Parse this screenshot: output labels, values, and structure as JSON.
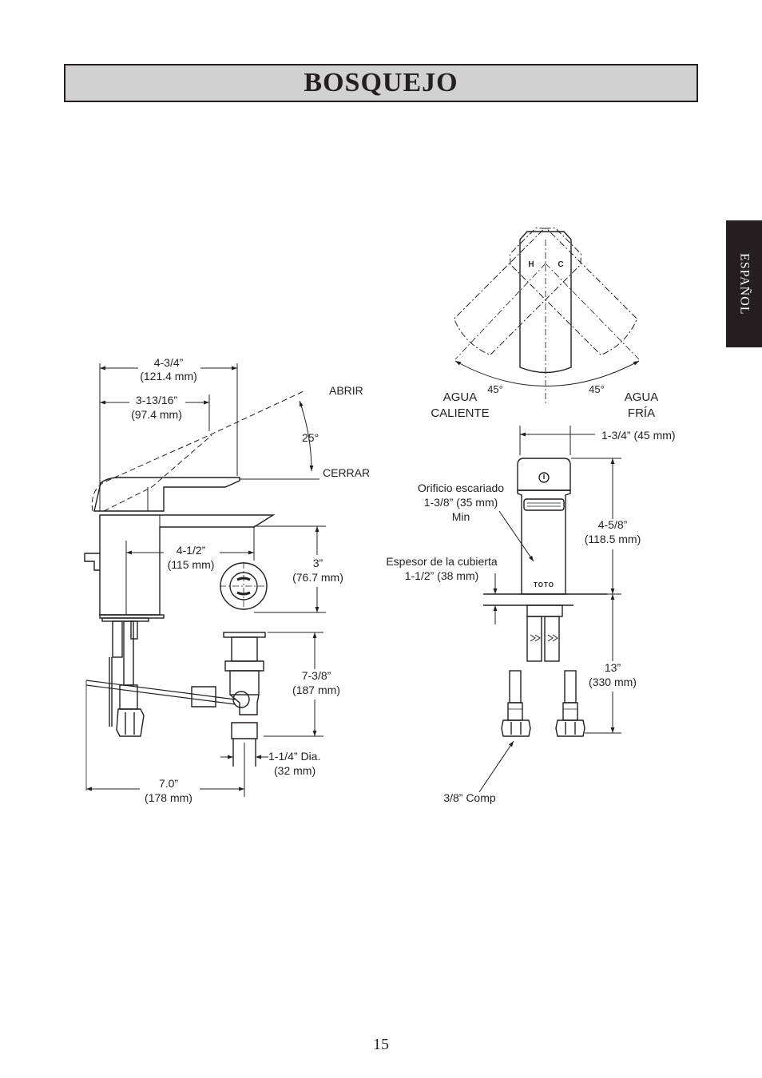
{
  "title": "BOSQUEJO",
  "language_tab": "ESPAÑOL",
  "page_number": "15",
  "side_view": {
    "width_overall": [
      "4-3/4”",
      "(121.4 mm)"
    ],
    "width_spout": [
      "3-13/16”",
      "(97.4 mm)"
    ],
    "handle_open": "ABRIR",
    "handle_angle": "25°",
    "handle_closed": "CERRAR",
    "spout_reach": [
      "4-1/2”",
      "(115 mm)"
    ],
    "spout_height": [
      "3”",
      "(76.7 mm)"
    ],
    "drain_depth": [
      "7-3/8”",
      "(187 mm)"
    ],
    "drain_diameter": [
      "1-1/4” Dia.",
      "(32 mm)"
    ],
    "drain_offset": [
      "7.0”",
      "(178 mm)"
    ]
  },
  "top_view": {
    "hot_marker": "H",
    "cold_marker": "C",
    "hot_angle": "45°",
    "cold_angle": "45°",
    "hot_label": [
      "AGUA",
      "CALIENTE"
    ],
    "cold_label": [
      "AGUA",
      "FRÍA"
    ]
  },
  "front_view": {
    "body_width": "1-3/4” (45 mm)",
    "hole_label": [
      "Orificio escariado",
      "1-3/8” (35 mm)",
      "Min"
    ],
    "deck_label": [
      "Espesor de la cubierta",
      "1-1/2” (38 mm)"
    ],
    "body_height": [
      "4-5/8”",
      "(118.5 mm)"
    ],
    "supply_length": [
      "13”",
      "(330 mm)"
    ],
    "connection": "3/8” Comp",
    "brand": "TOTO"
  }
}
